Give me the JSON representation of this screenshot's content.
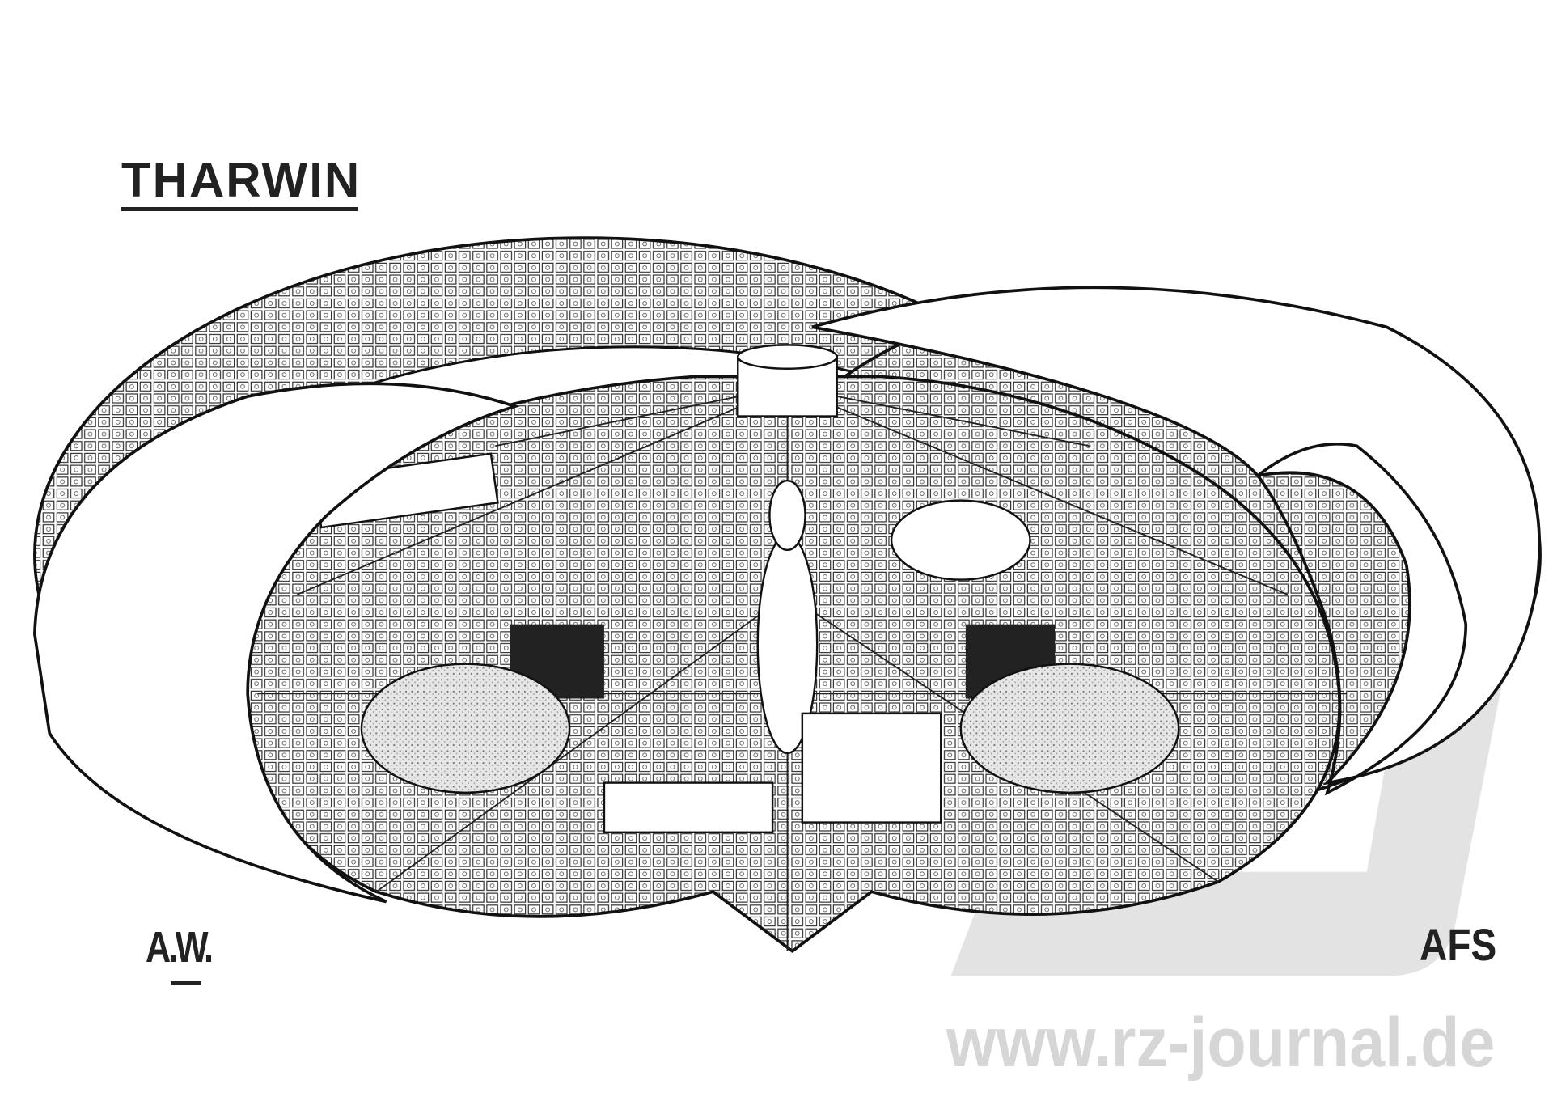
{
  "title": "THARWIN",
  "signature_left": "A.W.",
  "signature_right": "AFS",
  "watermark": "www.rz-journal.de",
  "colors": {
    "ink": "#222222",
    "watermark": "#d6d6d6",
    "paper": "#ffffff"
  }
}
